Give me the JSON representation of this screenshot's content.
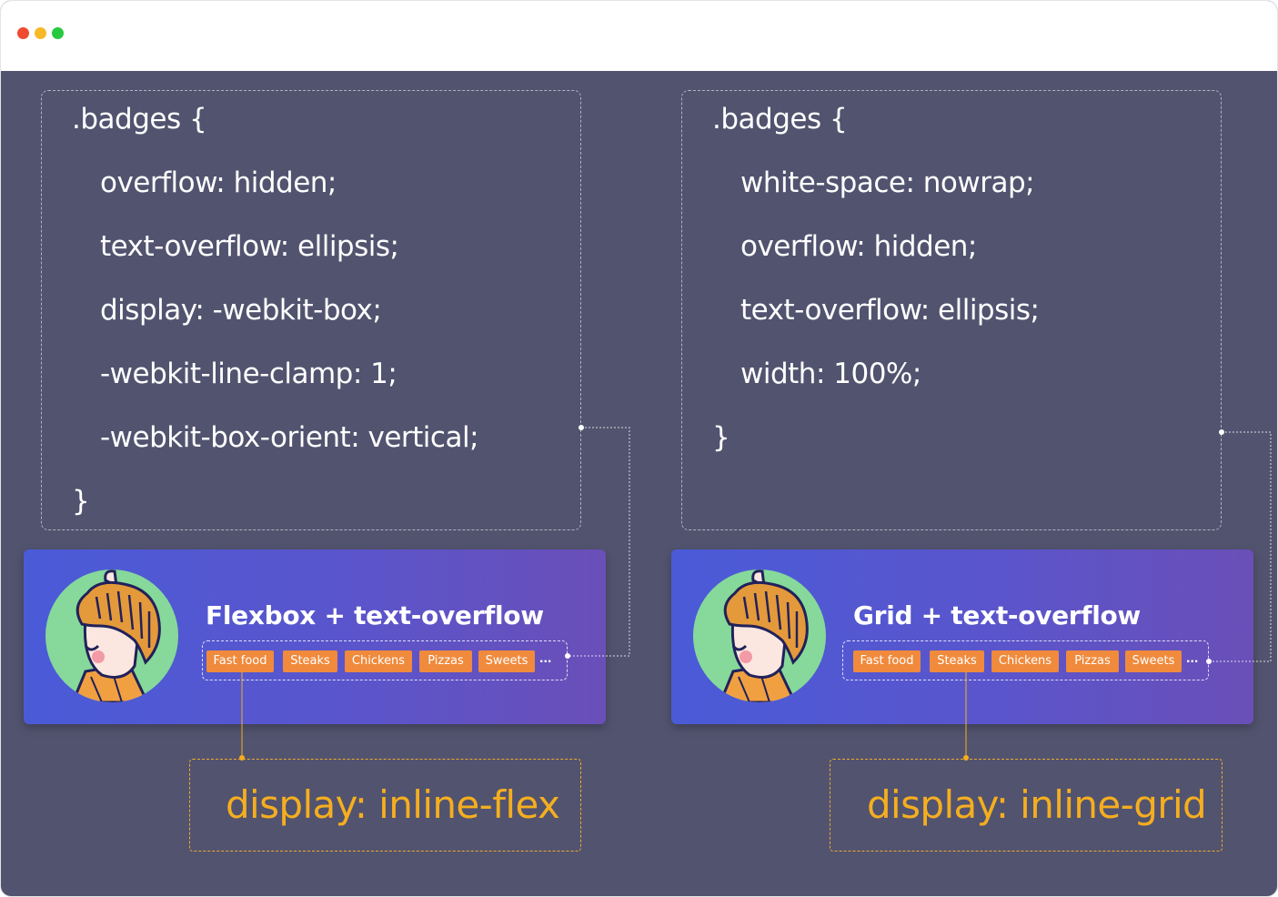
{
  "left": {
    "code_lines": [
      ".badges {",
      "overflow: hidden;",
      "text-overflow: ellipsis;",
      "display: -webkit-box;",
      "-webkit-line-clamp: 1;",
      "-webkit-box-orient: vertical;",
      "}"
    ],
    "card_title": "Flexbox + text-overflow",
    "badges": [
      "Fast food",
      "Steaks",
      "Chickens",
      "Pizzas",
      "Sweets"
    ],
    "ellipsis": "...",
    "display_value": "display: inline-flex"
  },
  "right": {
    "code_lines": [
      ".badges {",
      "white-space: nowrap;",
      "overflow: hidden;",
      "text-overflow: ellipsis;",
      "width: 100%;",
      "}"
    ],
    "card_title": "Grid + text-overflow",
    "badges": [
      "Fast food",
      "Steaks",
      "Chickens",
      "Pizzas",
      "Sweets"
    ],
    "ellipsis": "...",
    "display_value": "display: inline-grid"
  },
  "colors": {
    "background": "#52536f",
    "badge": "#f08a3c",
    "display_text": "#f5ae1f",
    "avatar_bg": "#86d99a"
  },
  "icons": [
    "boy-avatar-icon"
  ]
}
